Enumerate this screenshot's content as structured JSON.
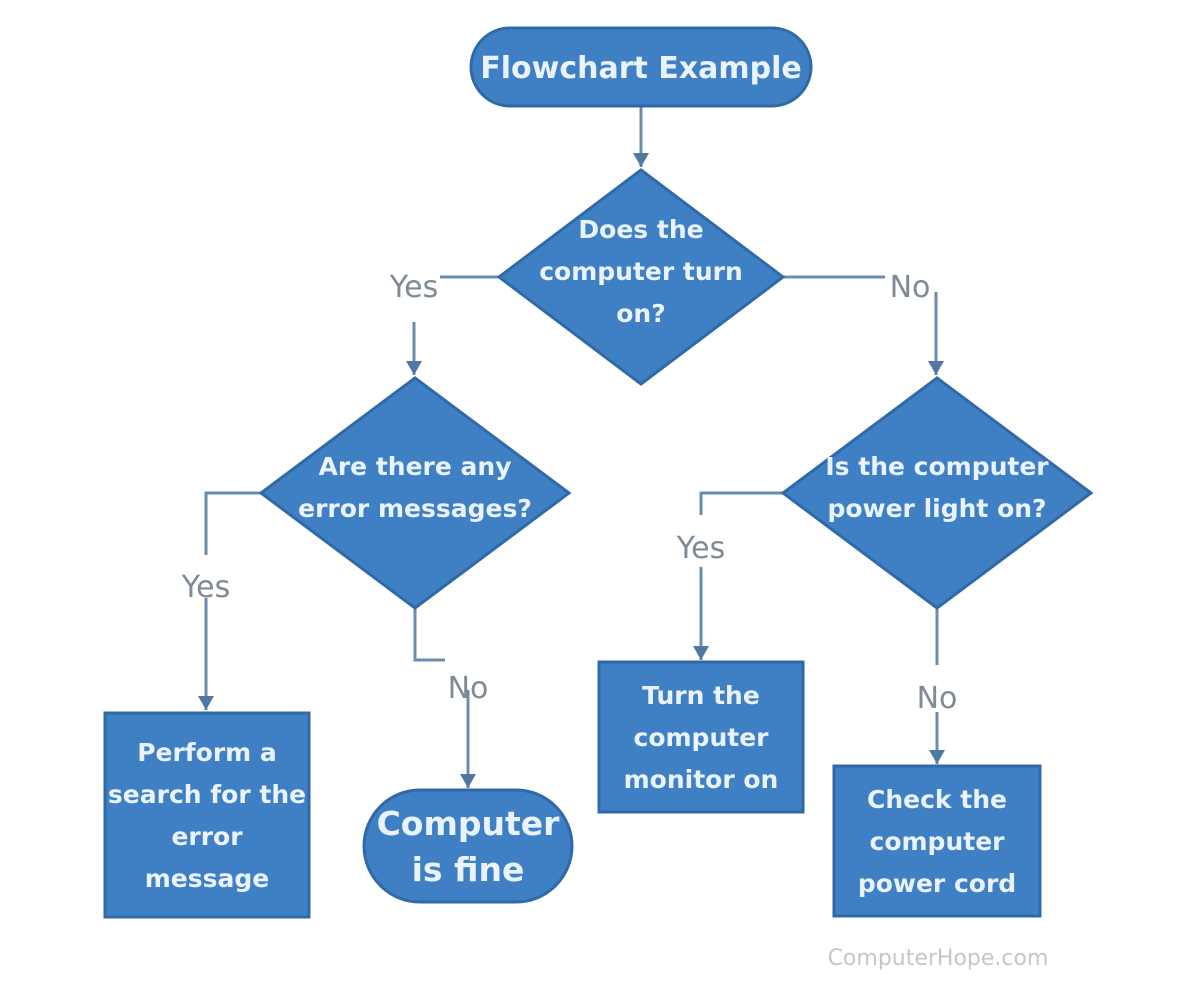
{
  "title": "Flowchart Example",
  "colors": {
    "node_fill": "#3f80c4",
    "node_stroke": "#2f6aa8",
    "node_text": "#eaf3fb",
    "connector": "#6b8cad",
    "label_text": "#7f8a94",
    "watermark": "#c2c7cc"
  },
  "nodes": [
    {
      "id": "start",
      "type": "terminator",
      "lines": [
        "Flowchart Example"
      ]
    },
    {
      "id": "q1",
      "type": "decision",
      "lines": [
        "Does the",
        "computer turn",
        "on?"
      ]
    },
    {
      "id": "q2",
      "type": "decision",
      "lines": [
        "Are there any",
        "error messages?"
      ]
    },
    {
      "id": "q3",
      "type": "decision",
      "lines": [
        "Is the computer",
        "power light on?"
      ]
    },
    {
      "id": "a1",
      "type": "process",
      "lines": [
        "Perform a",
        "search for the",
        "error",
        "message"
      ]
    },
    {
      "id": "end",
      "type": "terminator",
      "lines": [
        "Computer",
        "is fine"
      ]
    },
    {
      "id": "a2",
      "type": "process",
      "lines": [
        "Turn the",
        "computer",
        "monitor on"
      ]
    },
    {
      "id": "a3",
      "type": "process",
      "lines": [
        "Check the",
        "computer",
        "power cord"
      ]
    }
  ],
  "edges": [
    {
      "from": "start",
      "to": "q1",
      "label": ""
    },
    {
      "from": "q1",
      "to": "q2",
      "label": "Yes"
    },
    {
      "from": "q1",
      "to": "q3",
      "label": "No"
    },
    {
      "from": "q2",
      "to": "a1",
      "label": "Yes"
    },
    {
      "from": "q2",
      "to": "end",
      "label": "No"
    },
    {
      "from": "q3",
      "to": "a2",
      "label": "Yes"
    },
    {
      "from": "q3",
      "to": "a3",
      "label": "No"
    }
  ],
  "watermark": "ComputerHope.com"
}
